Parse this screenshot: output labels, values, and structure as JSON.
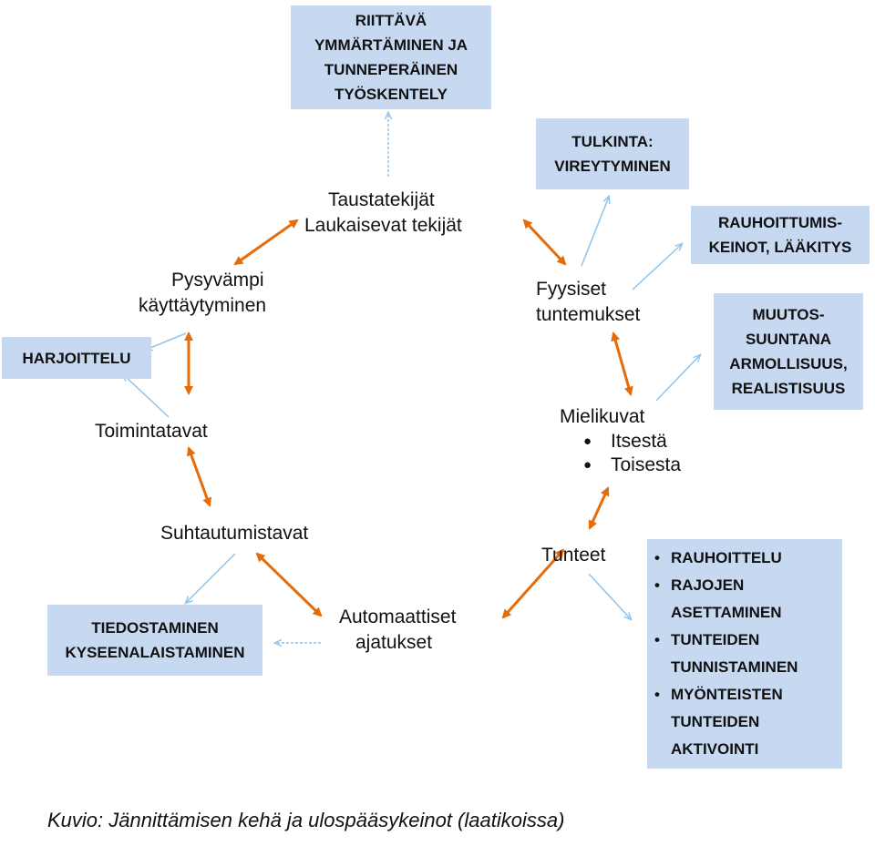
{
  "nodes": {
    "taustatekijat": "Taustatekijät",
    "laukaisevat": "Laukaisevat tekijät",
    "pysyvampi_1": "Pysyvämpi",
    "pysyvampi_2": "käyttäytyminen",
    "toimintatavat": "Toimintatavat",
    "suhtautumistavat": "Suhtautumistavat",
    "automaattiset_1": "Automaattiset",
    "automaattiset_2": "ajatukset",
    "tunteet": "Tunteet",
    "mielikuvat": "Mielikuvat",
    "mielikuvat_items": [
      "Itsestä",
      "Toisesta"
    ],
    "fyysiset_1": "Fyysiset",
    "fyysiset_2": "tuntemukset"
  },
  "boxes": {
    "riittava": [
      "RIITTÄVÄ",
      "YMMÄRTÄMINEN JA",
      "TUNNEPERÄINEN",
      "TYÖSKENTELY"
    ],
    "tulkinta": [
      "TULKINTA:",
      "VIREYTYMINEN"
    ],
    "rauhoittumis": [
      "RAUHOITTUMIS-",
      "KEINOT, LÄÄKITYS"
    ],
    "muutos": [
      "MUUTOS-",
      "SUUNTANA",
      "ARMOLLISUUS,",
      "REALISTISUUS"
    ],
    "harjoittelu": [
      "HARJOITTELU"
    ],
    "tiedostaminen": [
      "TIEDOSTAMINEN",
      "KYSEENALAISTAMINEN"
    ],
    "tunteet_keinot": [
      "RAUHOITTELU",
      "RAJOJEN ASETTAMINEN",
      "TUNTEIDEN TUNNISTAMINEN",
      "MYÖNTEISTEN TUNTEIDEN AKTIVOINTI"
    ]
  },
  "caption": "Kuvio: Jännittämisen kehä ja ulospääsykeinot (laatikoissa)",
  "colors": {
    "cycle_arrow": "#e46c0a",
    "exit_arrow": "#8dc3ec",
    "box_fill": "#c6d9f1"
  }
}
